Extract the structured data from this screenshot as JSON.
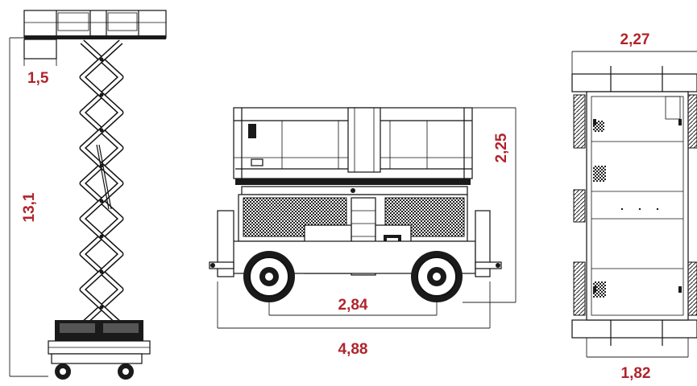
{
  "colors": {
    "label": "#b0242c",
    "line": "#111111"
  },
  "dimensions": {
    "side_platform_extension": "1,5",
    "side_max_height": "13,1",
    "front_wheelbase": "2,84",
    "front_overall_length": "4,88",
    "front_stowed_height": "2,25",
    "top_platform_width": "2,27",
    "top_overall_width": "1,82"
  }
}
